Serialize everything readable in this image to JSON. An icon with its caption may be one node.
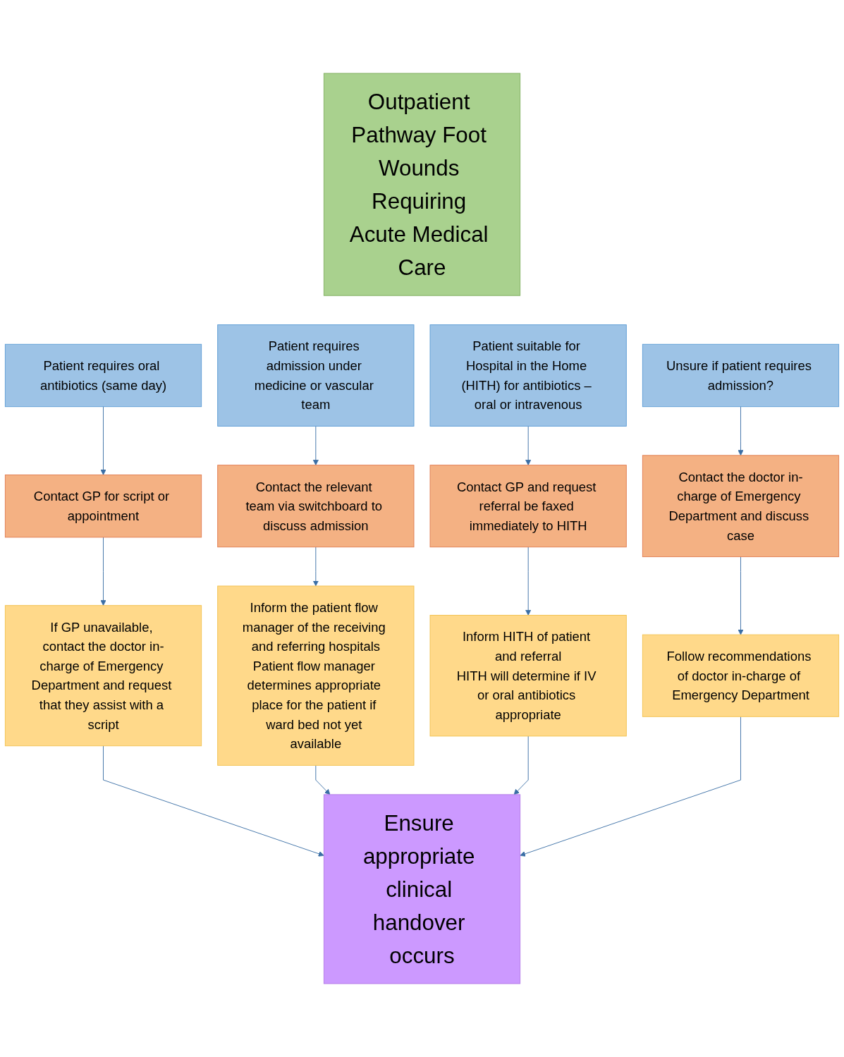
{
  "diagram": {
    "nodes": [
      {
        "text": [
          "Outpatient Pathway Foot Wounds Requiring Acute Medical Care"
        ]
      },
      {
        "text": [
          "Patient requires oral antibiotics (same day)"
        ]
      },
      {
        "text": [
          "Patient requires admission under medicine or vascular team"
        ]
      },
      {
        "text": [
          "Patient suitable for Hospital in the Home (HITH) for antibiotics – oral or intravenous"
        ]
      },
      {
        "text": [
          "Unsure if patient requires admission?"
        ]
      },
      {
        "text": [
          "Contact GP for script or appointment"
        ]
      },
      {
        "text": [
          "Contact the relevant team via switchboard to discuss admission"
        ]
      },
      {
        "text": [
          "Contact GP and request referral be faxed immediately to HITH"
        ]
      },
      {
        "text": [
          "Contact the doctor in-charge of Emergency Department and discuss case"
        ]
      },
      {
        "text": [
          "If GP unavailable, contact the doctor in-charge of Emergency Department and request that they assist with a script"
        ]
      },
      {
        "text": [
          "Inform the patient flow manager of the receiving and referring hospitals",
          "Patient flow manager determines appropriate place for the patient if ward bed not yet available"
        ]
      },
      {
        "text": [
          "Inform HITH of patient and referral",
          "HITH will determine if IV or oral antibiotics appropriate"
        ]
      },
      {
        "text": [
          "Follow recommendations of doctor in-charge of Emergency Department"
        ]
      },
      {
        "text": [
          "Ensure appropriate clinical handover occurs"
        ]
      }
    ],
    "edges": [
      {
        "from": 1,
        "to": 5,
        "arrow": "to"
      },
      {
        "from": 2,
        "to": 6,
        "arrow": "to"
      },
      {
        "from": 3,
        "to": 7,
        "arrow": "to"
      },
      {
        "from": 4,
        "to": 8,
        "arrow": "to"
      },
      {
        "from": 5,
        "to": 9,
        "arrow": "to"
      },
      {
        "from": 6,
        "to": 10,
        "arrow": "to"
      },
      {
        "from": 7,
        "to": 11,
        "arrow": "to"
      },
      {
        "from": 8,
        "to": 12,
        "arrow": "to"
      },
      {
        "from": 9,
        "to": 13,
        "arrow": "to"
      },
      {
        "from": 10,
        "to": 13,
        "arrow": "to"
      },
      {
        "from": 11,
        "to": 13,
        "arrow": "to"
      },
      {
        "from": 12,
        "to": 13,
        "arrow": "to"
      }
    ]
  }
}
